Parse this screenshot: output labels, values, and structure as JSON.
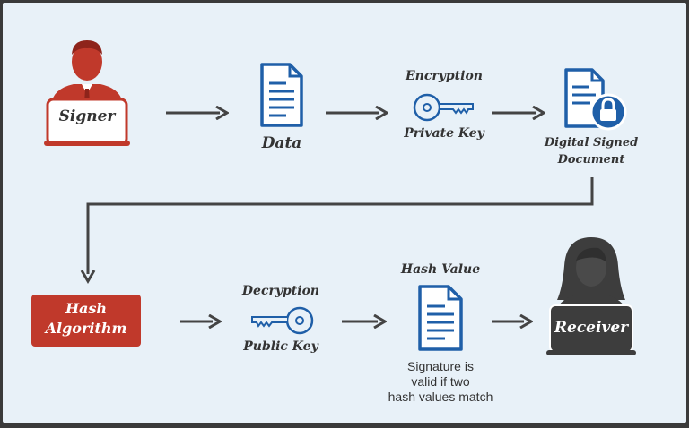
{
  "nodes": {
    "signer": {
      "label": "Signer"
    },
    "data": {
      "label": "Data"
    },
    "encryption": {
      "label": "Encryption",
      "sublabel": "Private Key"
    },
    "digital_signed": {
      "label_line1": "Digital Signed",
      "label_line2": "Document"
    },
    "hash_algorithm": {
      "label_line1": "Hash",
      "label_line2": "Algorithm"
    },
    "decryption": {
      "label": "Decryption",
      "sublabel": "Public Key"
    },
    "hash_value": {
      "label": "Hash Value",
      "note_line1": "Signature is",
      "note_line2": "valid if two",
      "note_line3": "hash values match"
    },
    "receiver": {
      "label": "Receiver"
    }
  },
  "colors": {
    "background": "#e8f1f8",
    "accent_red": "#c0392b",
    "accent_blue": "#1f5fa8",
    "arrow": "#444444",
    "dark_figure": "#3d3d3d"
  },
  "icons": [
    "person-icon",
    "document-icon",
    "key-icon",
    "lock-document-icon",
    "key-icon",
    "document-icon",
    "person-icon"
  ]
}
